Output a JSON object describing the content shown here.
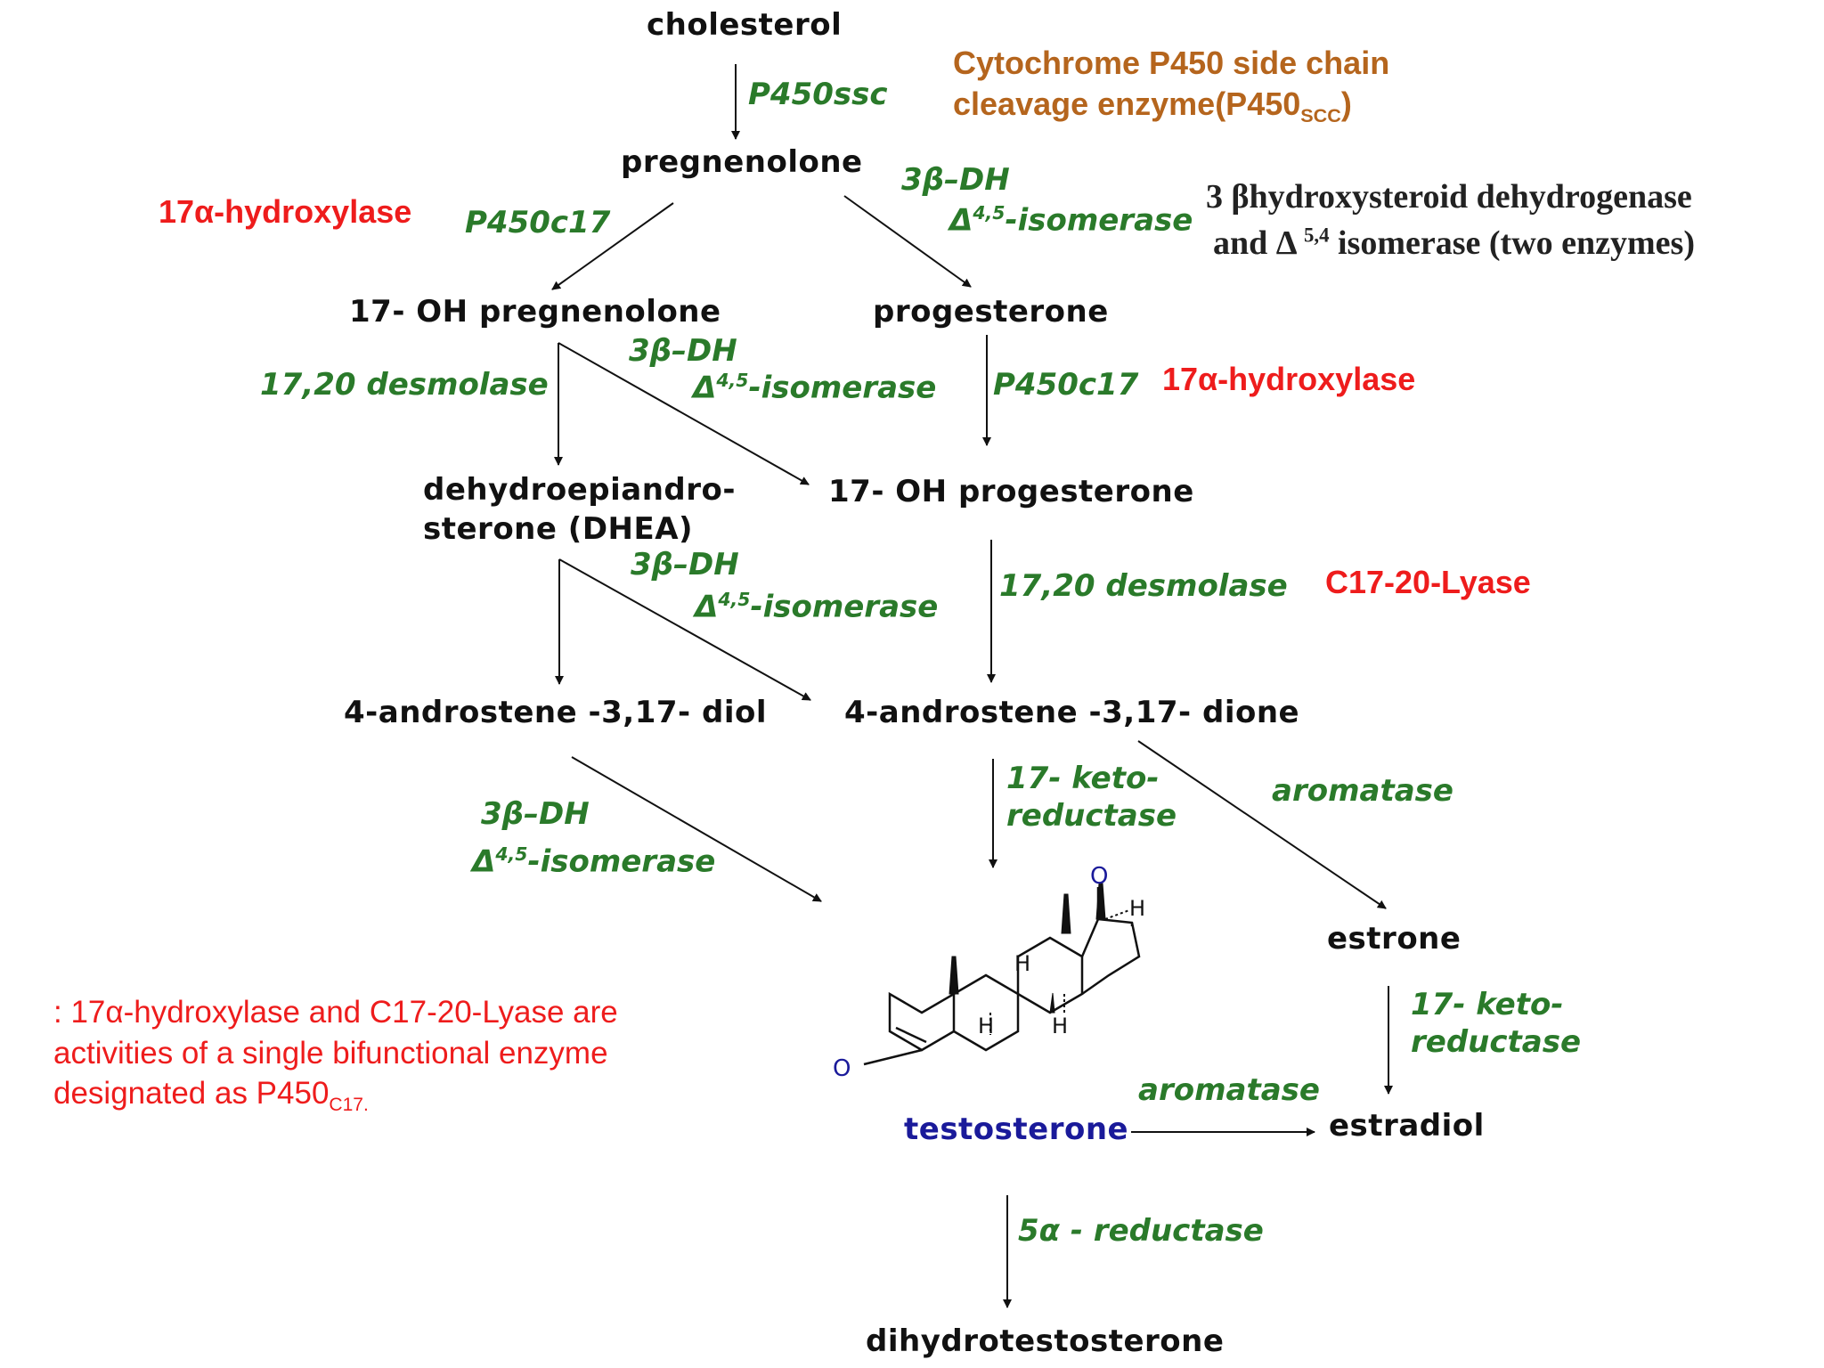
{
  "compounds": {
    "cholesterol": "cholesterol",
    "pregnenolone": "pregnenolone",
    "oh_pregnenolone": "17- OH pregnenolone",
    "progesterone": "progesterone",
    "dhea_line1": "dehydroepiandro-",
    "dhea_line2": "sterone (DHEA)",
    "oh_progesterone": "17- OH progesterone",
    "androstenediol": "4-androstene -3,17- diol",
    "androstenedione": "4-androstene -3,17- dione",
    "testosterone": "testosterone",
    "estrone": "estrone",
    "estradiol": "estradiol",
    "dht": "dihydrotestosterone"
  },
  "enzymes": {
    "p450ssc": "P450ssc",
    "p450c17": "P450c17",
    "hsd_label": "3β–DH",
    "isomerase_prefix": "Δ",
    "isomerase_sup": "4,5",
    "isomerase_suffix": "-isomerase",
    "desmolase": "17,20 desmolase",
    "keto_reductase_line1": "17- keto-",
    "keto_reductase_line2": "reductase",
    "aromatase": "aromatase",
    "five_alpha_reductase": "5α - reductase"
  },
  "annotations": {
    "p450scc_line1": "Cytochrome P450 side chain",
    "p450scc_line2_prefix": "cleavage enzyme(P450",
    "p450scc_line2_sub": "SCC",
    "p450scc_line2_suffix": ")",
    "hsd_note_line1": "3 βhydroxysteroid  dehydrogenase",
    "hsd_note_line2_prefix": "and Δ ",
    "hsd_note_line2_sup": "5,4",
    "hsd_note_line2_suffix": " isomerase (two enzymes)",
    "hydroxylase": "17α-hydroxylase",
    "lyase": "C17-20-Lyase",
    "footnote_main": ": 17α-hydroxylase and C17-20-Lyase are activities of a  single bifunctional enzyme designated as P450",
    "footnote_sub": "C17."
  },
  "structure_labels": {
    "oxygen": "O",
    "hydrogen": "H"
  },
  "colors": {
    "compound": "#111111",
    "enzyme": "#2a7a2a",
    "highlight": "#ee1c1c",
    "scc_note": "#b5651d",
    "testosterone": "#1a1a9a"
  }
}
